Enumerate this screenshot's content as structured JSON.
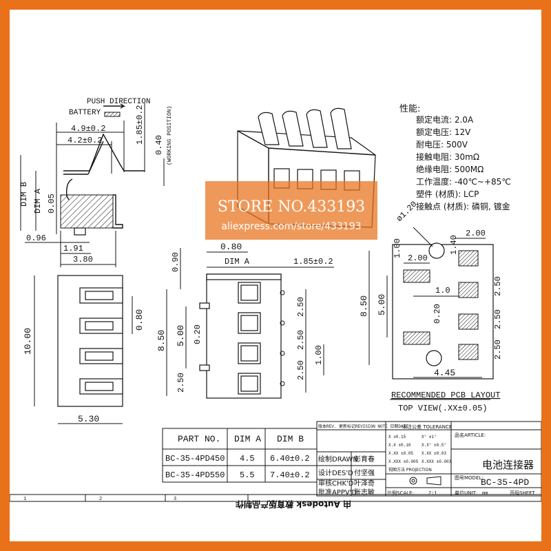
{
  "side_view": {
    "push_direction": "PUSH DIRECTION",
    "battery": "BATTERY",
    "dim_4_9": "4.9±0.2",
    "dim_4_2": "4.2±0.2",
    "dim_1_85": "1.85±0.2",
    "dim_0_40": "0.40",
    "working_position": "(WORKING POSITION)",
    "dim_b": "DIM B",
    "dim_a": "DIM A",
    "dim_0_05": "0.05",
    "dim_0_96": "0.96",
    "dim_1_91": "1.91",
    "dim_3_80": "3.80"
  },
  "properties": {
    "heading": "性能:",
    "items": [
      "额定电流: 2.0A",
      "额定电压: 12V",
      "耐电压: 500V",
      "接触电阻: 30mΩ",
      "绝缘电阻: 500MΩ",
      "工作温度: -40℃~+85℃",
      "塑件 (材质): LCP",
      "接触点 (材质): 磷铜, 镀金"
    ]
  },
  "watermark": {
    "line1": "STORE NO.433193",
    "line2": "aliexpress.com/store/433193"
  },
  "bottom_view": {
    "dim_10_00": "10.00",
    "dim_0_80": "0.80",
    "dim_5_30": "5.30"
  },
  "front_view": {
    "dim_0_80": "0.80",
    "dim_0_90": "0.90",
    "dim_a": "DIM A",
    "dim_1_85": "1.85±0.2",
    "dim_8_50": "8.50",
    "dim_5_00": "5.00",
    "dim_0_20": "0.20",
    "dim_2_50_a": "2.50",
    "dim_2_50_b": "2.50",
    "dim_2_50_c": "2.50",
    "dim_2_50_d": "2.50",
    "dim_1_00": "1.00"
  },
  "pcb_layout": {
    "dim_dia": "ø1.20",
    "dim_2_00_top": "2.00",
    "dim_1_40": "1.40",
    "dim_1_00": "1.00",
    "dim_2_00_left": "2.00",
    "dim_1_0": "1.0",
    "dim_2_50_a": "2.50",
    "dim_2_50_b": "2.50",
    "dim_2_50_c": "2.50",
    "dim_8_50": "8.50",
    "dim_5_00": "5.00",
    "dim_0_20": "0.20",
    "dim_4_45": "4.45",
    "title": "RECOMMENDED PCB LAYOUT",
    "subtitle": "TOP VIEW(.XX±0.05)"
  },
  "parts_table": {
    "headers": [
      "PART NO.",
      "DIM A",
      "DIM B"
    ],
    "rows": [
      [
        "BC-35-4PD450",
        "4.5",
        "6.40±0.2"
      ],
      [
        "BC-35-4PD550",
        "5.5",
        "7.40±0.2"
      ]
    ]
  },
  "title_block": {
    "rev_header": "版本REV.  更新标记REVISION  NOTE  日期DATE",
    "drawn_label": "绘制DRAWN",
    "drawn_name": "彭育春",
    "design_label": "设计DES'D",
    "design_name": "付坚强",
    "check_label": "审核CHK'D",
    "check_name": "叶泽奇",
    "approve_label": "批准APPV'D",
    "approve_name": "张志敏",
    "tolerance_label": "未注公差 TOLERANCE",
    "tol_rows": [
      [
        "X   ±0.15",
        "X°   ±1°"
      ],
      [
        "X.X  ±0.10",
        "X.X°  ±0.5°"
      ],
      [
        "X.XX  ±0.05",
        "X.XX  ±0.03"
      ],
      [
        "X.XXX ±0.005",
        "X.XXX  ±0.003"
      ]
    ],
    "projection": "视图方法 PROJECTION",
    "article_label": "品名ARTICLE:",
    "article_name": "电池连接器",
    "model_label": "图号MODEL:",
    "model_name": "BC-35-4PD",
    "scale_label": "比例SCALE:",
    "scale_value": "2:1",
    "unit_label": "单位UNIT:",
    "unit_value": "mm",
    "sheet_label": "页码SHEET",
    "mirrored_text": "由 Autodesk 教育版产品制作"
  },
  "ruler": [
    "1",
    "2",
    "3"
  ]
}
